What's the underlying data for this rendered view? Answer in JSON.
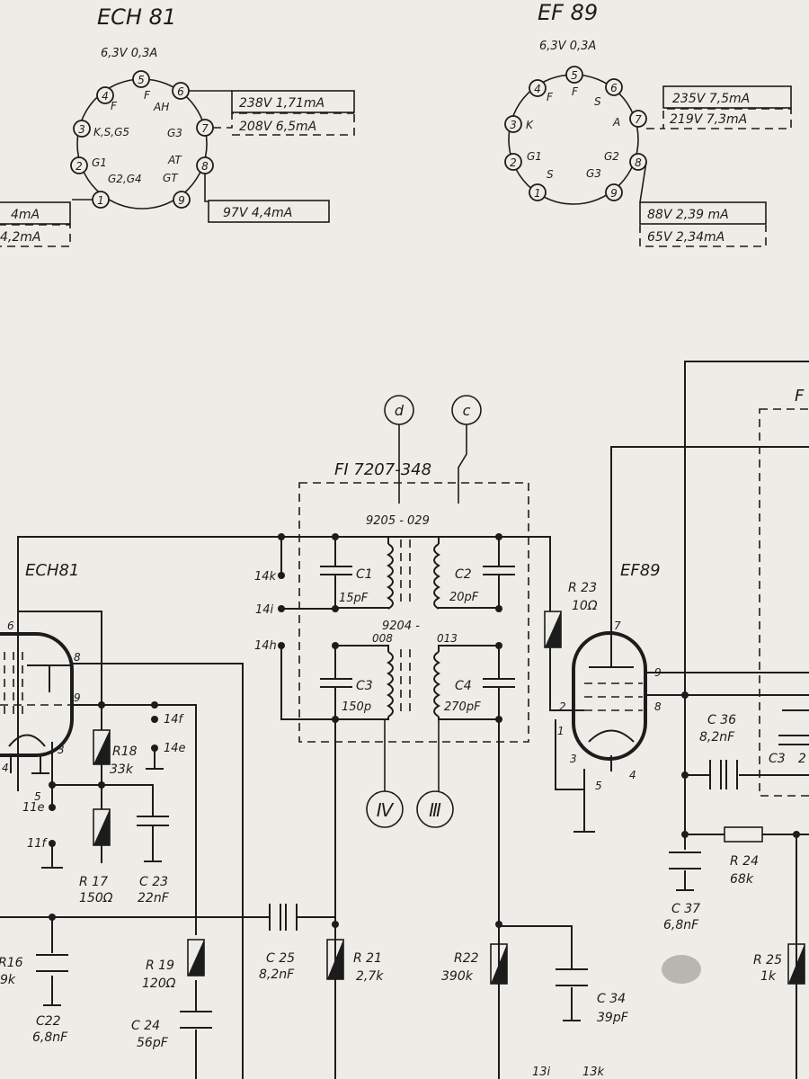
{
  "ech81_base": {
    "title": "ECH 81",
    "heater": "6,3V 0,3A",
    "pins": [
      "1",
      "2",
      "3",
      "4",
      "5",
      "6",
      "7",
      "8",
      "9"
    ],
    "electrodes": {
      "f1": "F",
      "f2": "F",
      "ah": "AH",
      "g3": "G3",
      "at": "AT",
      "gt": "GT",
      "g2g4": "G2,G4",
      "g1": "G1",
      "ksg5": "K,S,G5"
    },
    "readings": {
      "pin6_a": "238V 1,71mA",
      "pin6_b": "208V 6,5mA",
      "pin8": "97V 4,4mA",
      "pin1_a": "4mA",
      "pin1_b": "4,2mA"
    }
  },
  "ef89_base": {
    "title": "EF 89",
    "heater": "6,3V 0,3A",
    "pins": [
      "1",
      "2",
      "3",
      "4",
      "5",
      "6",
      "7",
      "8",
      "9"
    ],
    "electrodes": {
      "f1": "F",
      "f2": "F",
      "s1": "S",
      "k": "K",
      "a": "A",
      "g1": "G1",
      "g2": "G2",
      "g3": "G3",
      "s2": "S"
    },
    "readings": {
      "pin7_a": "235V 7,5mA",
      "pin7_b": "219V 7,3mA",
      "pin8_a": "88V 2,39 mA",
      "pin8_b": "65V 2,34mA"
    }
  },
  "if_transformer": {
    "code": "FI 7207-348",
    "coil_top": "9205 - 029",
    "coil_bot_a": "9204 -",
    "coil_bot_b": "008",
    "coil_bot_c": "013",
    "conn_d": "d",
    "conn_c": "c",
    "conn_IV": "Ⅳ",
    "conn_III": "Ⅲ"
  },
  "tubes": {
    "ech81": "ECH81",
    "ef89": "EF89"
  },
  "terminals": {
    "t14k": "14k",
    "t14i": "14i",
    "t14h": "14h",
    "t14f": "14f",
    "t14e": "14e",
    "t11e": "11e",
    "t11f": "11f",
    "t13i": "13i",
    "t13k": "13k"
  },
  "pin_labels": {
    "e6": "6",
    "e8": "8",
    "e9": "9",
    "e3": "3",
    "e4": "4",
    "e5": "5",
    "f7": "7",
    "f9": "9",
    "f8": "8",
    "f2": "2",
    "f1": "1",
    "f3": "3",
    "f5": "5",
    "f4": "4",
    "small5": "5"
  },
  "components": {
    "c1": {
      "ref": "C1",
      "value": "15pF"
    },
    "c2": {
      "ref": "C2",
      "value": "20pF"
    },
    "c3": {
      "ref": "C3",
      "value": "150p"
    },
    "c4": {
      "ref": "C4",
      "value": "270pF"
    },
    "r23": {
      "ref": "R 23",
      "value": "10Ω"
    },
    "r18": {
      "ref": "R18",
      "value": "33k"
    },
    "r17": {
      "ref": "R 17",
      "value": "150Ω"
    },
    "c23": {
      "ref": "C 23",
      "value": "22nF"
    },
    "r16": {
      "ref": "R16",
      "value": "9k"
    },
    "c22": {
      "ref": "C22",
      "value": "6,8nF"
    },
    "r19": {
      "ref": "R 19",
      "value": "120Ω"
    },
    "c24": {
      "ref": "C 24",
      "value": "56pF"
    },
    "c25": {
      "ref": "C 25",
      "value": "8,2nF"
    },
    "r21": {
      "ref": "R 21",
      "value": "2,7k"
    },
    "r22": {
      "ref": "R22",
      "value": "390k"
    },
    "c34": {
      "ref": "C 34",
      "value": "39pF"
    },
    "c36": {
      "ref": "C 36",
      "value": "8,2nF"
    },
    "c37": {
      "ref": "C 37",
      "value": "6,8nF"
    },
    "r24": {
      "ref": "R 24",
      "value": "68k"
    },
    "r25": {
      "ref": "R 25",
      "value": "1k"
    },
    "c3b": {
      "ref": "C3",
      "value": "2"
    }
  },
  "edge_labels": {
    "f_right": "F"
  }
}
